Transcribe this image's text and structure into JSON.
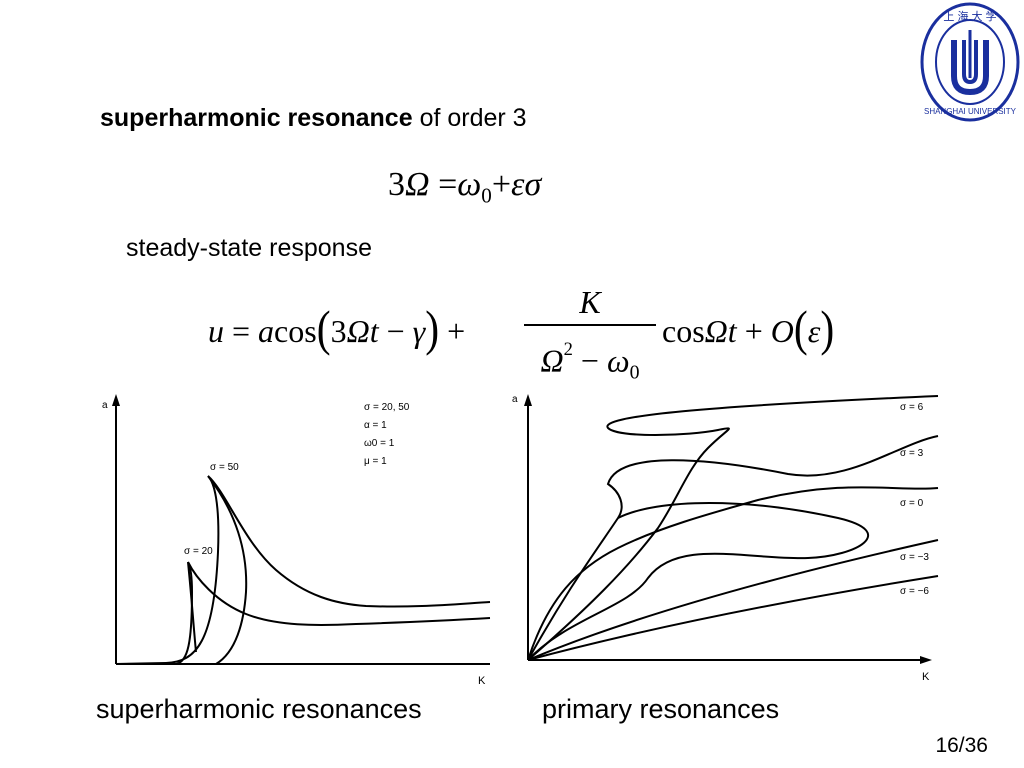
{
  "slide": {
    "title_bold": "superharmonic resonance",
    "title_rest": " of order 3",
    "eq1": {
      "lhs": "3",
      "omega": "Ω",
      "eq": " =",
      "w": "ω",
      "w_sub": "0",
      "plus": "+",
      "eps": "ε",
      "sigma": "σ"
    },
    "subtitle": "steady-state response",
    "eq2": {
      "u": "u",
      "equals": " = ",
      "a": "a",
      "cos1": "cos",
      "three": "3",
      "Omega": "Ω",
      "t": "t",
      "minus": " − ",
      "gamma": "γ",
      "plus": " + ",
      "K": "K",
      "w0": "ω",
      "w0_sub": "0",
      "sq": "2",
      "cos2": "cos",
      "O": "O",
      "eps": "ε"
    },
    "caption_left": "superharmonic resonances",
    "caption_right": "primary resonances",
    "page_number": "16/36"
  },
  "logo": {
    "text": "SHANGHAI UNIVERSITY",
    "color": "#1a2f9e"
  },
  "chart_data": [
    {
      "type": "line",
      "ylabel": "a",
      "xlabel": "K",
      "annotations": [
        "σ = 20, 50",
        "α = 1",
        "ω0 = 1",
        "μ = 1"
      ],
      "series": [
        {
          "name": "σ = 50"
        },
        {
          "name": "σ = 20"
        }
      ]
    },
    {
      "type": "line",
      "ylabel": "a",
      "xlabel": "K",
      "series": [
        {
          "name": "σ = 6"
        },
        {
          "name": "σ = 3"
        },
        {
          "name": "σ = 0"
        },
        {
          "name": "σ = −3"
        },
        {
          "name": "σ = −6"
        }
      ]
    }
  ]
}
